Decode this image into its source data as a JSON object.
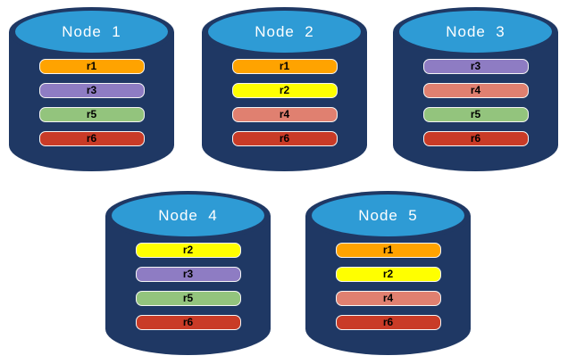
{
  "colors": {
    "page_background": "#FFFFFF",
    "cylinder_body": "#1F3864",
    "cylinder_top_fill": "#2E9BD5",
    "title_text": "#FFFFFF",
    "bar_border": "#F5F5F5",
    "bar_text": "#000000",
    "replica_palette": {
      "r1": "#FFA300",
      "r2": "#FFFF00",
      "r3": "#8E7CC3",
      "r4": "#E08070",
      "r5": "#93C47D",
      "r6": "#C93B27"
    }
  },
  "nodes": [
    {
      "title": "Node  1",
      "bars": [
        {
          "label": "r1",
          "color": "#FFA300"
        },
        {
          "label": "r3",
          "color": "#8E7CC3"
        },
        {
          "label": "r5",
          "color": "#93C47D"
        },
        {
          "label": "r6",
          "color": "#C93B27"
        }
      ]
    },
    {
      "title": "Node  2",
      "bars": [
        {
          "label": "r1",
          "color": "#FFA300"
        },
        {
          "label": "r2",
          "color": "#FFFF00"
        },
        {
          "label": "r4",
          "color": "#E08070"
        },
        {
          "label": "r6",
          "color": "#C93B27"
        }
      ]
    },
    {
      "title": "Node  3",
      "bars": [
        {
          "label": "r3",
          "color": "#8E7CC3"
        },
        {
          "label": "r4",
          "color": "#E08070"
        },
        {
          "label": "r5",
          "color": "#93C47D"
        },
        {
          "label": "r6",
          "color": "#C93B27"
        }
      ]
    },
    {
      "title": "Node  4",
      "bars": [
        {
          "label": "r2",
          "color": "#FFFF00"
        },
        {
          "label": "r3",
          "color": "#8E7CC3"
        },
        {
          "label": "r5",
          "color": "#93C47D"
        },
        {
          "label": "r6",
          "color": "#C93B27"
        }
      ]
    },
    {
      "title": "Node  5",
      "bars": [
        {
          "label": "r1",
          "color": "#FFA300"
        },
        {
          "label": "r2",
          "color": "#FFFF00"
        },
        {
          "label": "r4",
          "color": "#E08070"
        },
        {
          "label": "r6",
          "color": "#C93B27"
        }
      ]
    }
  ]
}
